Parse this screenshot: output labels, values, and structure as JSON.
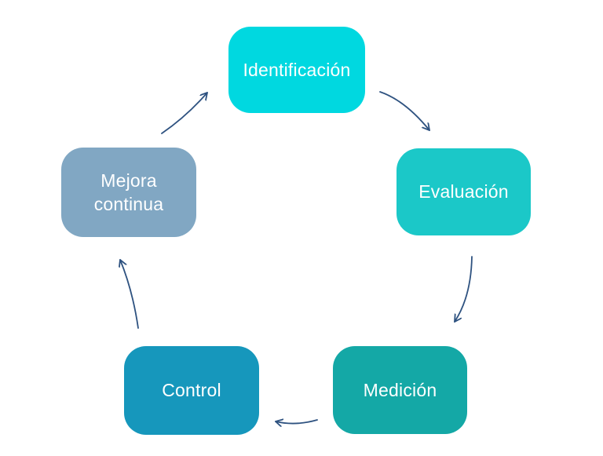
{
  "diagram": {
    "background_color": "#ffffff",
    "node_text_color": "#ffffff",
    "nodes": [
      {
        "id": "identificacion",
        "label": "Identificación",
        "color": "#00d8e0"
      },
      {
        "id": "evaluacion",
        "label": "Evaluación",
        "color": "#1bc8c8"
      },
      {
        "id": "medicion",
        "label": "Medición",
        "color": "#14a8a6"
      },
      {
        "id": "control",
        "label": "Control",
        "color": "#1697bc"
      },
      {
        "id": "mejora-continua",
        "label": "Mejora\ncontinua",
        "color": "#81a7c3"
      }
    ],
    "arrows": {
      "color": "#2e5280",
      "links": [
        {
          "from": "mejora-continua",
          "to": "identificacion"
        },
        {
          "from": "identificacion",
          "to": "evaluacion"
        },
        {
          "from": "evaluacion",
          "to": "medicion"
        },
        {
          "from": "medicion",
          "to": "control"
        },
        {
          "from": "control",
          "to": "mejora-continua"
        }
      ]
    }
  }
}
